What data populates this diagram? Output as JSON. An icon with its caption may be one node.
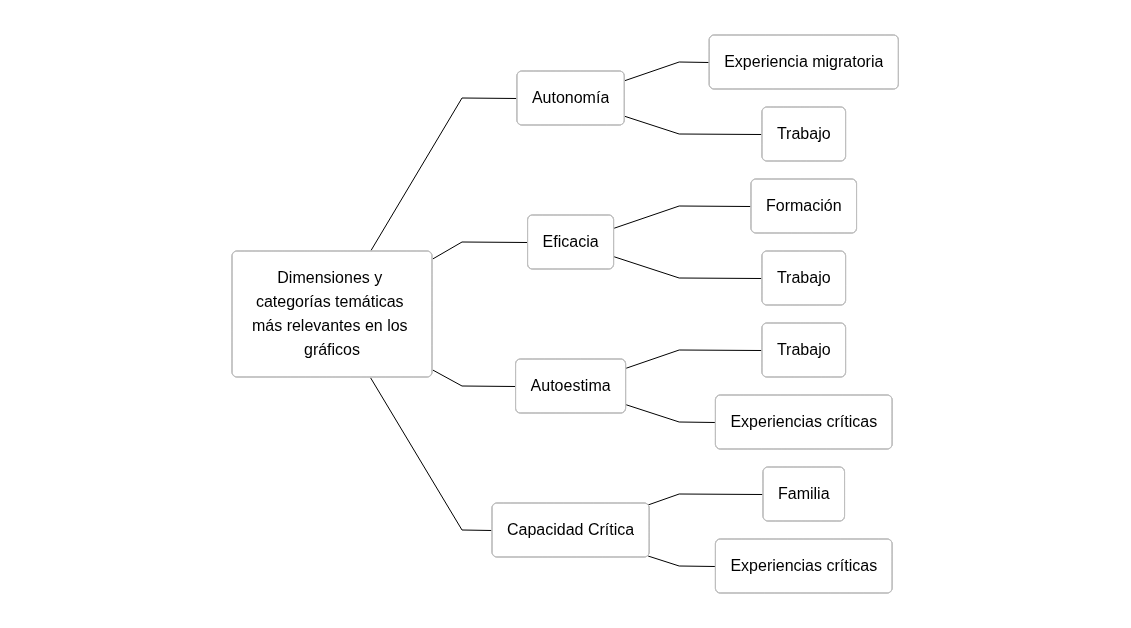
{
  "diagram": {
    "nodes": [
      {
        "text": [
          "Dimensiones y categorías temáticas más relevantes en los gráficos"
        ]
      },
      {
        "text": [
          "Autonomía"
        ]
      },
      {
        "text": [
          "Experiencia migratoria"
        ]
      },
      {
        "text": [
          "Trabajo"
        ]
      },
      {
        "text": [
          "Eficacia"
        ]
      },
      {
        "text": [
          "Formación"
        ]
      },
      {
        "text": [
          "Trabajo"
        ]
      },
      {
        "text": [
          "Autoestima"
        ]
      },
      {
        "text": [
          "Trabajo"
        ]
      },
      {
        "text": [
          "Experiencias críticas"
        ]
      },
      {
        "text": [
          "Capacidad Crítica"
        ]
      },
      {
        "text": [
          "Familia"
        ]
      },
      {
        "text": [
          "Experiencias críticas"
        ]
      }
    ],
    "edges": [
      {
        "from": 0,
        "to": 1,
        "arrow": "none"
      },
      {
        "from": 0,
        "to": 4,
        "arrow": "none"
      },
      {
        "from": 0,
        "to": 7,
        "arrow": "none"
      },
      {
        "from": 0,
        "to": 10,
        "arrow": "none"
      },
      {
        "from": 1,
        "to": 2,
        "arrow": "none"
      },
      {
        "from": 1,
        "to": 3,
        "arrow": "none"
      },
      {
        "from": 4,
        "to": 5,
        "arrow": "none"
      },
      {
        "from": 4,
        "to": 6,
        "arrow": "none"
      },
      {
        "from": 7,
        "to": 8,
        "arrow": "none"
      },
      {
        "from": 7,
        "to": 9,
        "arrow": "none"
      },
      {
        "from": 10,
        "to": 11,
        "arrow": "none"
      },
      {
        "from": 10,
        "to": 12,
        "arrow": "none"
      }
    ]
  }
}
